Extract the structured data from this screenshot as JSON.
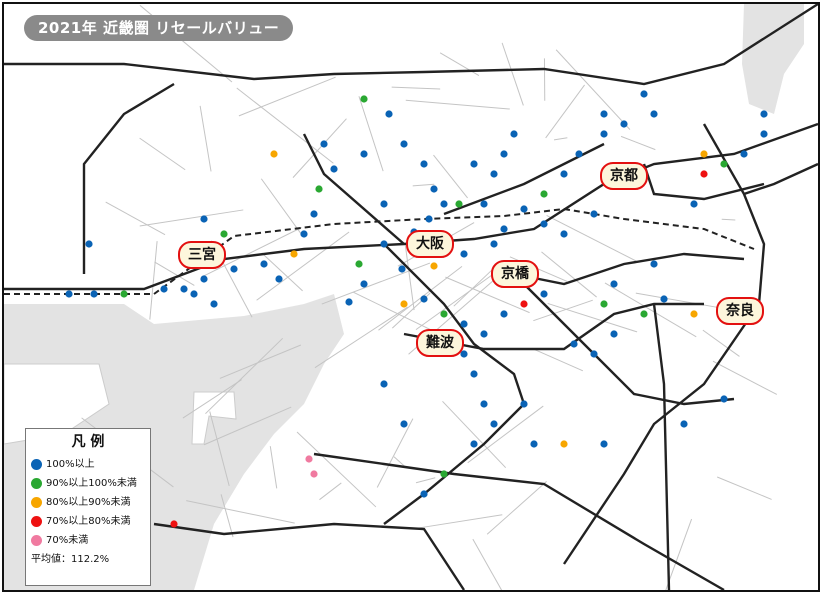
{
  "title": "2021年 近畿圏 リセールバリュー",
  "cities": {
    "kyoto": "京都",
    "osaka": "大阪",
    "sannomiya": "三宮",
    "kyobashi": "京橋",
    "namba": "難波",
    "nara": "奈良"
  },
  "legend": {
    "heading": "凡 例",
    "items": [
      {
        "label": "100%以上",
        "color": "#0a63b5"
      },
      {
        "label": "90%以上100%未満",
        "color": "#2aa832"
      },
      {
        "label": "80%以上90%未満",
        "color": "#f7a600"
      },
      {
        "label": "70%以上80%未満",
        "color": "#ee1111"
      },
      {
        "label": "70%未満",
        "color": "#f07aa0"
      }
    ],
    "average": "平均値：112.2%"
  },
  "colors": {
    "sea": "#e3e3e3",
    "main_line": "#222222",
    "sub_line": "#bbbbbb"
  }
}
